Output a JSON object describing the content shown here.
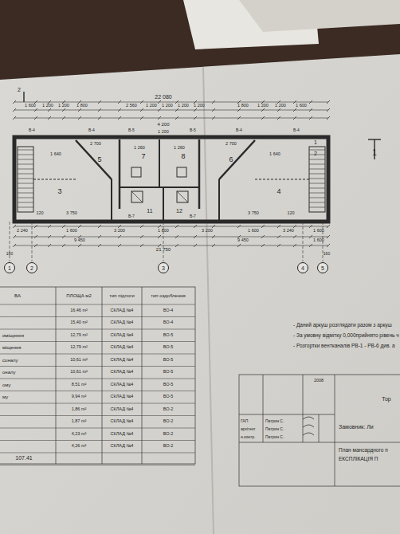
{
  "diagram": {
    "nodes": [
      {
        "text": [
          "1"
        ]
      },
      {
        "text": [
          "2"
        ]
      },
      {
        "text": [
          "3"
        ]
      },
      {
        "text": [
          "4"
        ]
      },
      {
        "text": [
          "5"
        ]
      }
    ],
    "labels": [
      "22 080",
      "2",
      "1 600",
      "1 200",
      "1 200",
      "1 800",
      "2 560",
      "1 200",
      "1 200",
      "1 200",
      "1 200",
      "1 800",
      "1 200",
      "1 200",
      "1 600",
      "4 200",
      "1 200",
      "2 700",
      "2 700",
      "1 260",
      "1 260",
      "1 640",
      "1 640",
      "3 750",
      "3 750",
      "120",
      "120",
      "В-4",
      "В-4",
      "В-4",
      "В-4",
      "В-5",
      "В-5",
      "В-7",
      "В-7",
      "3",
      "5",
      "7",
      "8",
      "6",
      "4",
      "11",
      "12",
      "1",
      "2",
      "2 240",
      "1 600",
      "3 200",
      "1 800",
      "3 200",
      "1 600",
      "3 240",
      "1 600",
      "9 450",
      "9 450",
      "1 600",
      "21 750",
      "160",
      "160",
      "1",
      "ВА",
      "ПЛОЩА м2",
      "тип підлоги",
      "тип оздоблення",
      "16,46 m²",
      "СКЛАД №4",
      "ВО-4",
      "15,40 m²",
      "СКЛАД №4",
      "ВО-4",
      "12,79 m²",
      "СКЛАД №4",
      "ВО-5",
      "12,79 m²",
      "СКЛАД №4",
      "ВО-5",
      "10,61 m²",
      "СКЛАД №4",
      "ВО-5",
      "10,61 m²",
      "СКЛАД №4",
      "ВО-5",
      "8,51 m²",
      "СКЛАД №4",
      "ВО-5",
      "9,94 m²",
      "СКЛАД №4",
      "ВО-5",
      "1,86 m²",
      "СКЛАД №4",
      "ВО-2",
      "1,87 m²",
      "СКЛАД №4",
      "ВО-2",
      "4,23 m²",
      "СКЛАД №4",
      "ВО-2",
      "4,26 m²",
      "СКЛАД №4",
      "ВО-2",
      "иміщення",
      "міщення",
      "соналу",
      "оналу",
      "ому",
      "му",
      "107.41",
      "- Даний аркуш розглядати разом з аркуш",
      "- За умовну відмітку 0,000прийнято рівень ч",
      "- Розгортки вентканалів РВ-1 - РВ-6 див. а",
      "2008",
      "Тор",
      "ГАП",
      "архітект",
      "н.контр.",
      "Патрин С.",
      "Патрин С.",
      "Патрин С.",
      "Замовник: Ли",
      "План мансардного п",
      "ЕКСПЛІКАЦІЯ П"
    ]
  }
}
